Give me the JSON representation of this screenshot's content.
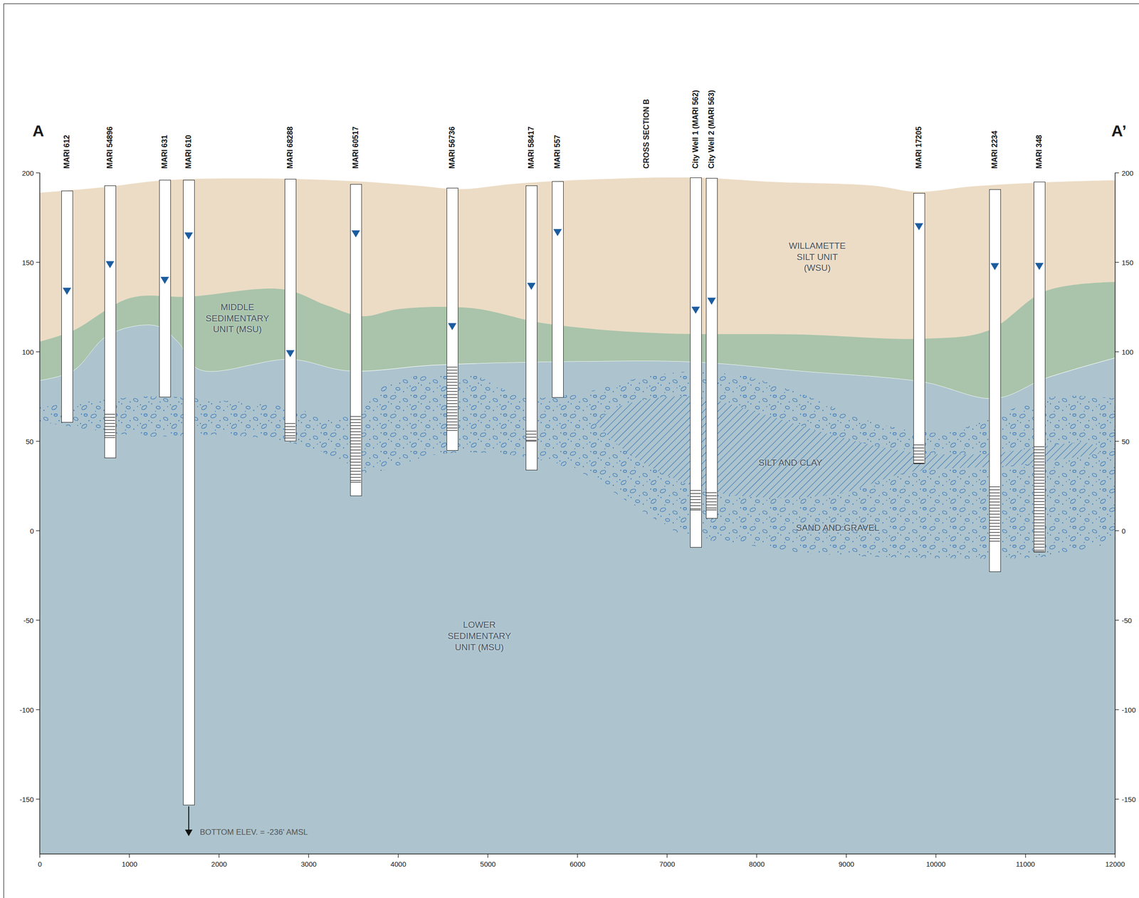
{
  "diagram": {
    "nodes": [
      {
        "text": [
          "WILLAMETTE SILT UNIT (WSU)"
        ]
      },
      {
        "text": [
          "MIDDLE SEDIMENTARY UNIT (MSU)"
        ]
      },
      {
        "text": [
          "LOWER SEDIMENTARY UNIT (MSU)"
        ]
      },
      {
        "text": [
          "SAND AND GRAVEL"
        ],
        "in": 2
      },
      {
        "text": [
          "SILT AND CLAY"
        ],
        "in": 3
      },
      {
        "text": [
          "MARI 612"
        ]
      },
      {
        "text": [
          "MARI 54896"
        ]
      },
      {
        "text": [
          "MARI 631"
        ]
      },
      {
        "text": [
          "MARI 610"
        ]
      },
      {
        "text": [
          "MARI 68288"
        ]
      },
      {
        "text": [
          "MARI 60517"
        ]
      },
      {
        "text": [
          "MARI 56736"
        ]
      },
      {
        "text": [
          "MARI 58417"
        ]
      },
      {
        "text": [
          "MARI 557"
        ]
      },
      {
        "text": [
          "City Well 1 (MARI 562)"
        ]
      },
      {
        "text": [
          "City Well 2 (MARI 563)"
        ]
      },
      {
        "text": [
          "MARI 17205"
        ]
      },
      {
        "text": [
          "MARI 2234"
        ]
      },
      {
        "text": [
          "MARI 348"
        ]
      }
    ],
    "labels": [
      "A",
      "A’",
      "CROSS SECTION B",
      "BOTTOM ELEV. = -236' AMSL",
      "200",
      "150",
      "100",
      "50",
      "0",
      "-50",
      "-100",
      "-150",
      "200",
      "150",
      "100",
      "50",
      "0",
      "-50",
      "-100",
      "-150",
      "0",
      "1000",
      "2000",
      "3000",
      "4000",
      "5000",
      "6000",
      "7000",
      "8000",
      "9000",
      "10000",
      "11000",
      "12000"
    ]
  }
}
